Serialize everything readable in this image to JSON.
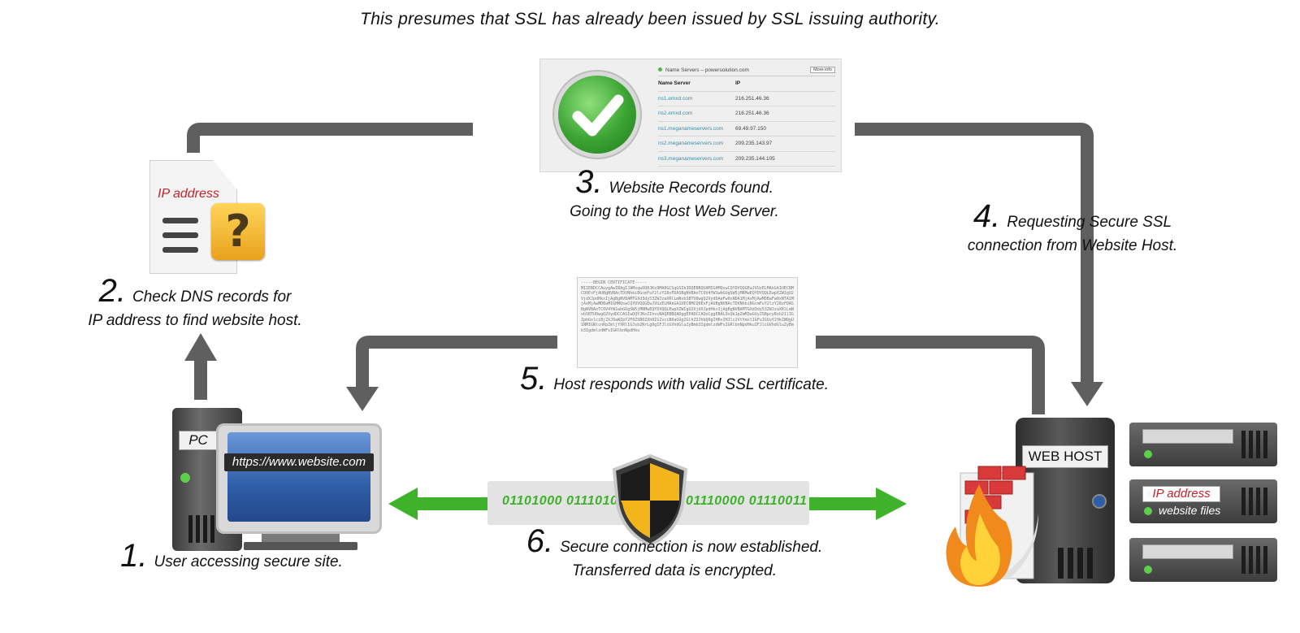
{
  "top_note": "This presumes that SSL has already been issued by SSL issuing authority.",
  "steps": [
    {
      "num": "1.",
      "line1": "User accessing secure site.",
      "line2": ""
    },
    {
      "num": "2.",
      "line1": "Check DNS records for",
      "line2": "IP address to find website host."
    },
    {
      "num": "3.",
      "line1": "Website Records found.",
      "line2": "Going to the  Host Web Server."
    },
    {
      "num": "4.",
      "line1": "Requesting Secure SSL",
      "line2": "connection from Website Host."
    },
    {
      "num": "5.",
      "line1": "Host responds with valid SSL certificate.",
      "line2": ""
    },
    {
      "num": "6.",
      "line1": "Secure connection is now established.",
      "line2": "Transferred data is encrypted."
    }
  ],
  "pc": {
    "label": "PC",
    "url": "https://www.website.com"
  },
  "dns_doc": {
    "label": "IP address",
    "glyph": "?"
  },
  "dns_table": {
    "title": "Name Servers – powersolution.com",
    "button": "More info",
    "headers": [
      "Name Server",
      "IP"
    ],
    "rows": [
      [
        "ns1.emxd.com",
        "216.251.46.36"
      ],
      [
        "ns2.emxd.com",
        "216.251.46.36"
      ],
      [
        "ns1.meganameservers.com",
        "69.49.97.150"
      ],
      [
        "ns2.meganameservers.com",
        "209.235.143.97"
      ],
      [
        "ns3.meganameservers.com",
        "209.235.144.105"
      ]
    ]
  },
  "certificate_header": "-----BEGIN CERTIFICATE-----",
  "encryption": {
    "bits_left": "01101000 0111010",
    "bits_right": "01110000 01110011"
  },
  "web_host": {
    "label": "WEB  HOST",
    "rack_label": "IP address",
    "rack_sub": "website files"
  },
  "colors": {
    "arrow_gray": "#5f5f5f",
    "arrow_green": "#3db22a",
    "accent_red": "#c4242a",
    "shield_gold": "#f2b51c"
  },
  "icons": [
    "check-icon",
    "shield-icon",
    "document-icon",
    "question-icon",
    "fire-icon",
    "firewall-icon",
    "server-icon",
    "pc-icon"
  ]
}
